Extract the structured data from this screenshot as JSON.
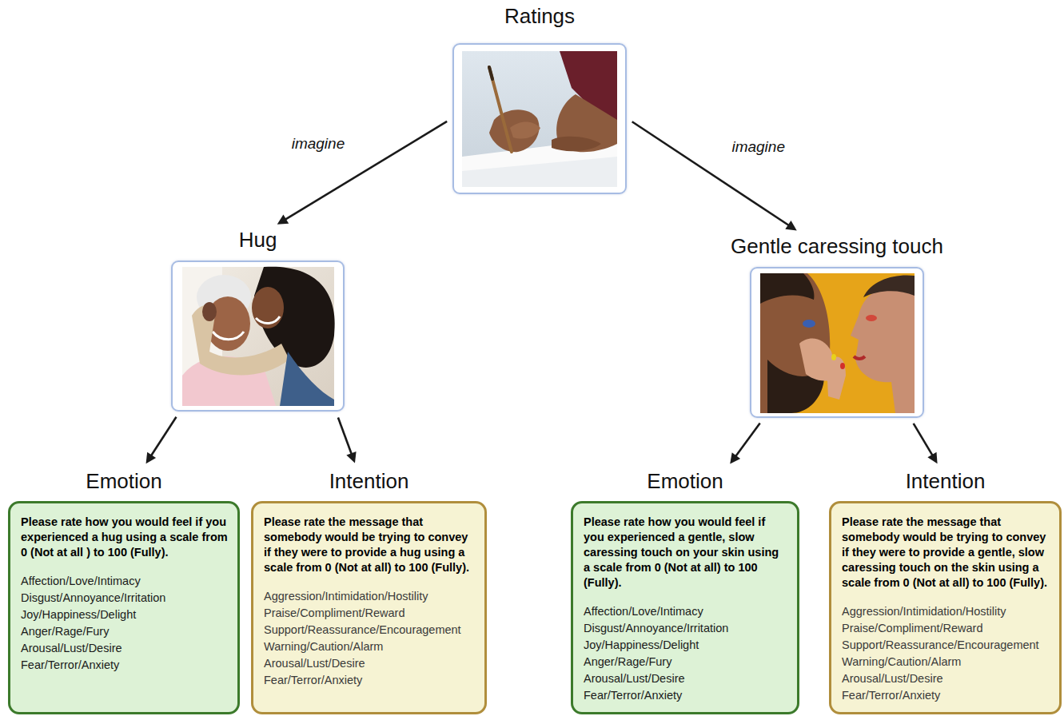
{
  "diagram": {
    "nodes": [
      {
        "text": [
          "Ratings"
        ]
      },
      {
        "text": [
          "Hug"
        ]
      },
      {
        "text": [
          "Gentle caressing touch"
        ]
      },
      {
        "text": [
          "Emotion",
          "Please rate how you would feel if you experienced a hug using a scale from 0 (Not at all ) to 100 (Fully).",
          "Affection/Love/Intimacy",
          "Disgust/Annoyance/Irritation",
          "Joy/Happiness/Delight",
          "Anger/Rage/Fury",
          "Arousal/Lust/Desire",
          "Fear/Terror/Anxiety"
        ]
      },
      {
        "text": [
          "Intention",
          "Please rate the message that somebody would be trying to convey if they were to provide a hug using a scale from 0 (Not at all) to 100 (Fully).",
          "Aggression/Intimidation/Hostility",
          "Praise/Compliment/Reward",
          "Support/Reassurance/Encouragement",
          "Warning/Caution/Alarm",
          "Arousal/Lust/Desire",
          "Fear/Terror/Anxiety"
        ]
      },
      {
        "text": [
          "Emotion",
          "Please rate how you would feel if you experienced a gentle, slow caressing touch on your skin using a scale from 0 (Not at all) to 100 (Fully).",
          "Affection/Love/Intimacy",
          "Disgust/Annoyance/Irritation",
          "Joy/Happiness/Delight",
          "Anger/Rage/Fury",
          "Arousal/Lust/Desire",
          "Fear/Terror/Anxiety"
        ]
      },
      {
        "text": [
          "Intention",
          "Please rate the message that somebody would be trying to convey if they were to provide a gentle, slow caressing touch on the skin using a scale from 0 (Not at all) to 100 (Fully).",
          "Aggression/Intimidation/Hostility",
          "Praise/Compliment/Reward",
          "Support/Reassurance/Encouragement",
          "Warning/Caution/Alarm",
          "Arousal/Lust/Desire",
          "Fear/Terror/Anxiety"
        ]
      }
    ],
    "edges": [
      {
        "from": 0,
        "to": 1,
        "label": "imagine",
        "arrow": "to"
      },
      {
        "from": 0,
        "to": 2,
        "label": "imagine",
        "arrow": "to"
      },
      {
        "from": 1,
        "to": 3,
        "arrow": "to"
      },
      {
        "from": 1,
        "to": 4,
        "arrow": "to"
      },
      {
        "from": 2,
        "to": 5,
        "arrow": "to"
      },
      {
        "from": 2,
        "to": 6,
        "arrow": "to"
      }
    ]
  }
}
